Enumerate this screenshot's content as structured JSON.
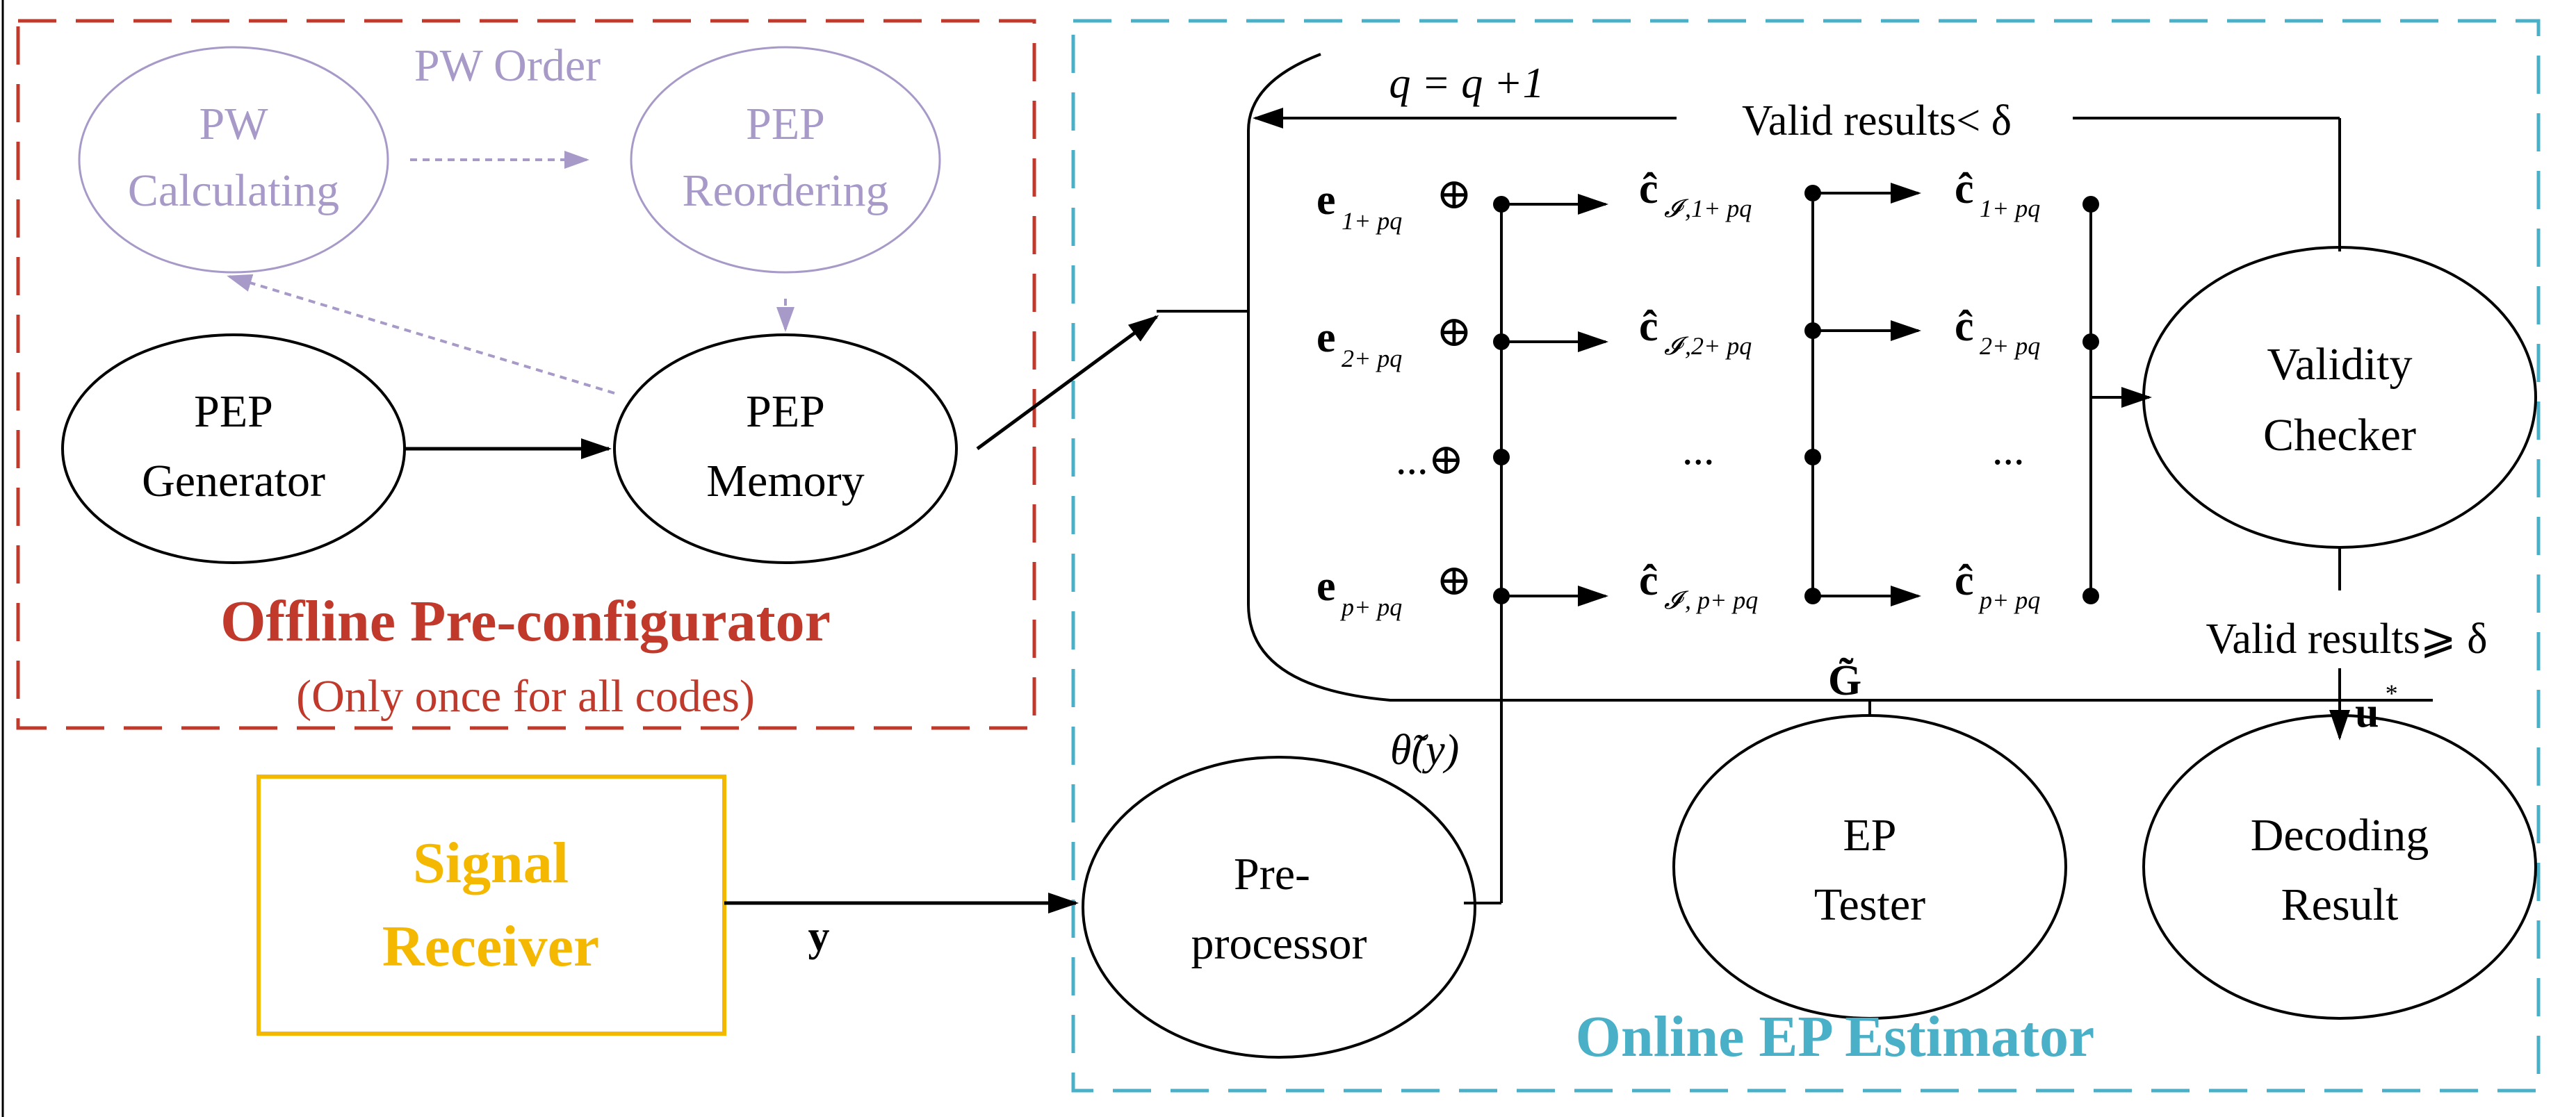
{
  "offline": {
    "title": "Offline Pre-configurator",
    "subtitle": "(Only once for all codes)",
    "pw_order": "PW Order",
    "pw_calc": [
      "PW",
      "Calculating"
    ],
    "pep_reorder": [
      "PEP",
      "Reordering"
    ],
    "pep_gen": [
      "PEP",
      "Generator"
    ],
    "pep_mem": [
      "PEP",
      "Memory"
    ]
  },
  "online": {
    "title": "Online EP Estimator",
    "validity": [
      "Validity",
      "Checker"
    ],
    "ep_tester": [
      "EP",
      "Tester"
    ],
    "decoding": [
      "Decoding",
      "Result"
    ],
    "preprocessor": [
      "Pre-",
      "processor"
    ],
    "q_update": "q = q +1",
    "valid_lt": "Valid results< δ",
    "valid_ge": "Valid results⩾ δ",
    "rows": [
      {
        "e_sub": "1+ pq",
        "ci_sub": ",1+ pq",
        "c_sub": "1+ pq"
      },
      {
        "e_sub": "2+ pq",
        "ci_sub": ",2+ pq",
        "c_sub": "2+ pq"
      },
      {
        "e_sub": "p+ pq",
        "ci_sub": ", p+ pq",
        "c_sub": "p+ pq"
      }
    ],
    "ellipsis": "...",
    "ellipsis_oplus": "...⊕",
    "oplus": "⊕",
    "e_sym": "e",
    "c_sym": "ĉ",
    "i_sym": "𝓘",
    "g_label": "G̃",
    "theta_label": "θ̃(y)",
    "u_label": "u",
    "u_sup": "*"
  },
  "receiver": {
    "title": [
      "Signal",
      "Receiver"
    ],
    "y_label": "y"
  },
  "colors": {
    "offline_border": "#c0392b",
    "offline_title": "#c0392b",
    "online_border": "#4ab0c8",
    "online_title": "#4ab0c8",
    "receiver": "#f5b800",
    "faded": "#a89ac8"
  }
}
